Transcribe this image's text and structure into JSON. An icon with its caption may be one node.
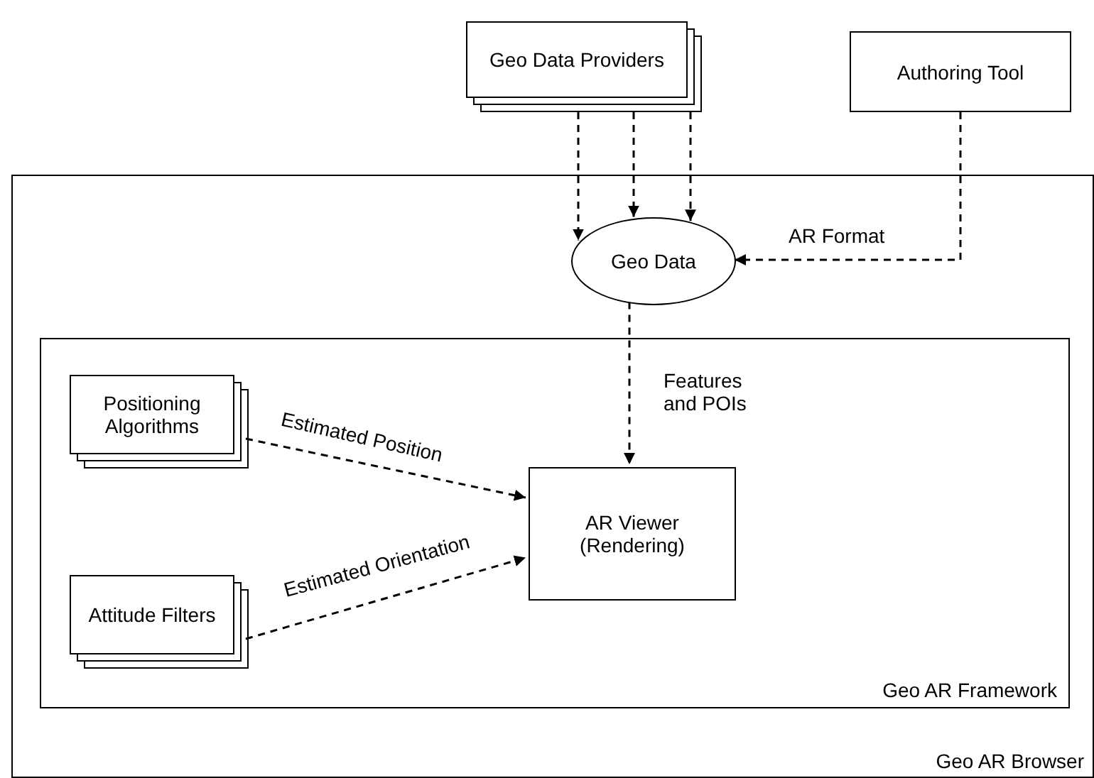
{
  "diagram": {
    "nodes": [
      {
        "text": [
          "Geo AR Browser"
        ]
      },
      {
        "text": [
          "Geo Data Providers"
        ]
      },
      {
        "text": [
          "Authoring Tool"
        ]
      },
      {
        "text": [
          "Geo Data"
        ],
        "in": 0
      },
      {
        "text": [
          "Geo AR Framework"
        ],
        "in": 0
      },
      {
        "text": [
          "Positioning Algorithms"
        ],
        "in": 4
      },
      {
        "text": [
          "Attitude Filters"
        ],
        "in": 4
      },
      {
        "text": [
          "AR Viewer (Rendering)"
        ],
        "in": 4
      }
    ],
    "edges": [
      {
        "from": 1,
        "to": 3,
        "arrow": "to",
        "style": "dashed"
      },
      {
        "from": 1,
        "to": 3,
        "arrow": "to",
        "style": "dashed"
      },
      {
        "from": 1,
        "to": 3,
        "arrow": "to",
        "style": "dashed"
      },
      {
        "from": 2,
        "to": 3,
        "arrow": "to",
        "style": "dashed",
        "label": "AR Format"
      },
      {
        "from": 3,
        "to": 7,
        "arrow": "to",
        "style": "dashed",
        "label": "Features and POIs"
      },
      {
        "from": 5,
        "to": 7,
        "arrow": "to",
        "style": "dashed",
        "label": "Estimated Position"
      },
      {
        "from": 6,
        "to": 7,
        "arrow": "to",
        "style": "dashed",
        "label": "Estimated Orientation"
      }
    ]
  }
}
